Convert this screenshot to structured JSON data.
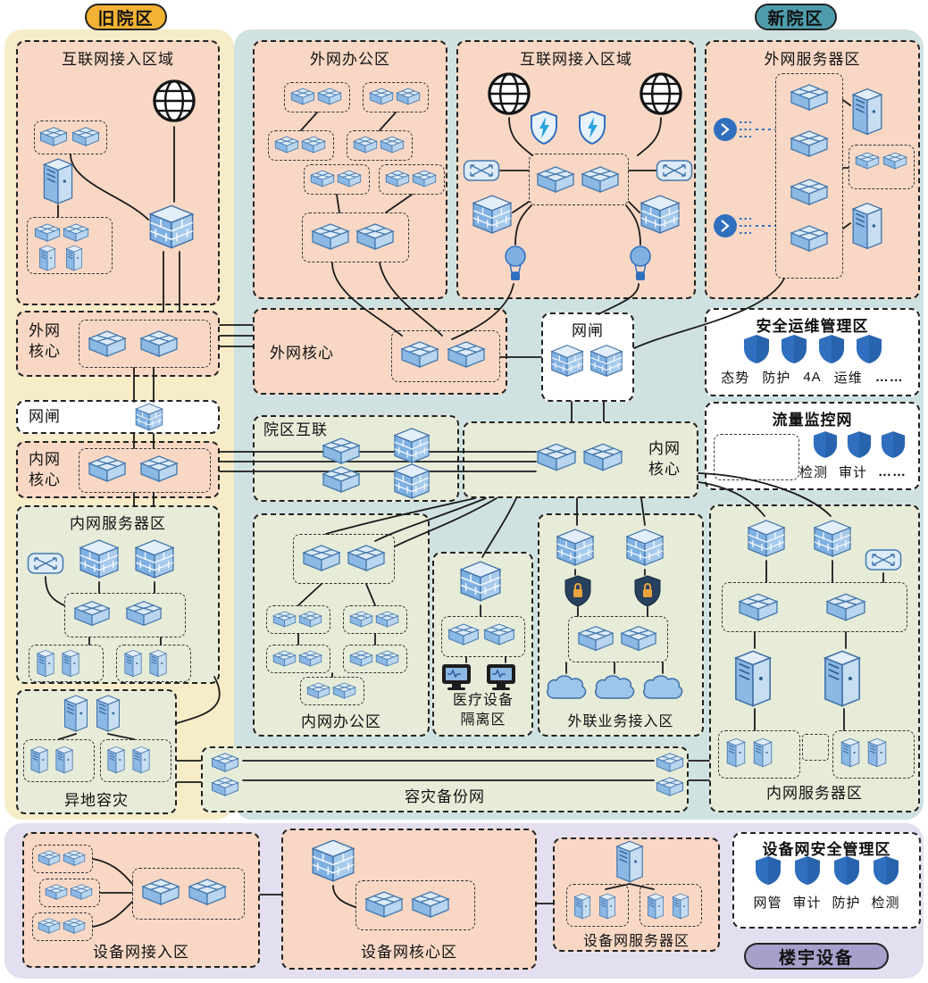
{
  "pills": {
    "old_campus": "旧院区",
    "new_campus": "新院区",
    "building": "楼宇设备"
  },
  "zones": {
    "old_internet": "互联网接入区域",
    "old_ext_core": "外网核心",
    "old_gap": "网闸",
    "old_int_core": "内网核心",
    "old_int_servers": "内网服务器区",
    "remote_dr": "异地容灾",
    "ext_office": "外网办公区",
    "new_internet": "互联网接入区域",
    "ext_servers": "外网服务器区",
    "new_ext_core": "外网核心",
    "new_gap": "网闸",
    "sec_ops": "安全运维管理区",
    "traffic_mon": "流量监控网",
    "campus_link": "院区互联",
    "new_int_core": "内网核心",
    "int_office": "内网办公区",
    "medical_iso": "医疗设备隔离区",
    "ext_business": "外联业务接入区",
    "new_int_servers": "内网服务器区",
    "dr_backup": "容灾备份网",
    "dev_access": "设备网接入区",
    "dev_core": "设备网核心区",
    "dev_servers": "设备网服务器区",
    "dev_sec": "设备网安全管理区"
  },
  "sec_ops": {
    "labels": [
      "态势",
      "防护",
      "4A",
      "运维"
    ],
    "more": "……"
  },
  "traffic_mon": {
    "labels": [
      "检测",
      "审计"
    ],
    "more": "……"
  },
  "dev_sec": {
    "labels": [
      "网管",
      "审计",
      "防护",
      "检测"
    ]
  },
  "colors": {
    "old_campus_bg": "#F7ECC8",
    "old_pill": "#F2B233",
    "new_campus_bg": "#CFE2E1",
    "new_pill": "#4D9CAB",
    "building_bg": "#E3DFF0",
    "building_pill": "#A89FCB",
    "zone_salmon": "#F8D8C5",
    "zone_green": "#E7ECD8",
    "icon_stroke_blue": "#4579AD",
    "icon_fill_blue": "#A9CDF0",
    "shield_blue": "#2F6FBE",
    "line_black": "#1A1A1A"
  },
  "icons": {
    "switch": "switch-icon",
    "firewall": "firewall-icon",
    "server": "server-icon",
    "globe": "internet-globe-icon",
    "shield": "shield-icon",
    "shield_bolt": "waf-shield-icon",
    "shield_lock": "secure-shield-lock-icon",
    "router": "router-icon",
    "cloud": "cloud-icon",
    "balancer": "load-balancer-icon",
    "monitor": "medical-device-icon",
    "balloon": "probe-balloon-icon"
  }
}
